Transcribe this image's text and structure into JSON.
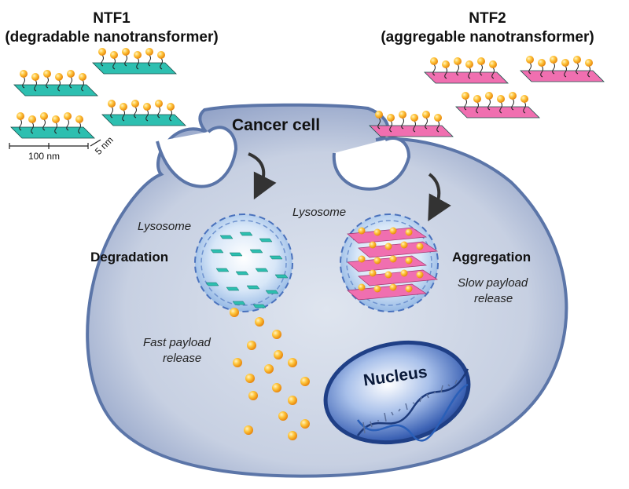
{
  "left_title": "NTF1",
  "left_subtitle": "(degradable nanotransformer)",
  "right_title": "NTF2",
  "right_subtitle": "(aggregable nanotransformer)",
  "cell_label": "Cancer cell",
  "scale_length": "100 nm",
  "scale_width": "5 nm",
  "lysosome_left": "Lysosome",
  "lysosome_right": "Lysosome",
  "degradation": "Degradation",
  "aggregation": "Aggregation",
  "slow_release_line1": "Slow payload",
  "slow_release_line2": "release",
  "fast_release_line1": "Fast payload",
  "fast_release_line2": "release",
  "nucleus": "Nucleus",
  "colors": {
    "ntf1_sheet": "#2dbfb0",
    "ntf2_sheet": "#f06fb0",
    "payload": "#f7a820",
    "cell_fill": "#c9d2e3",
    "cell_border": "#5b75a8",
    "nucleus_fill": "#2f57a8"
  }
}
